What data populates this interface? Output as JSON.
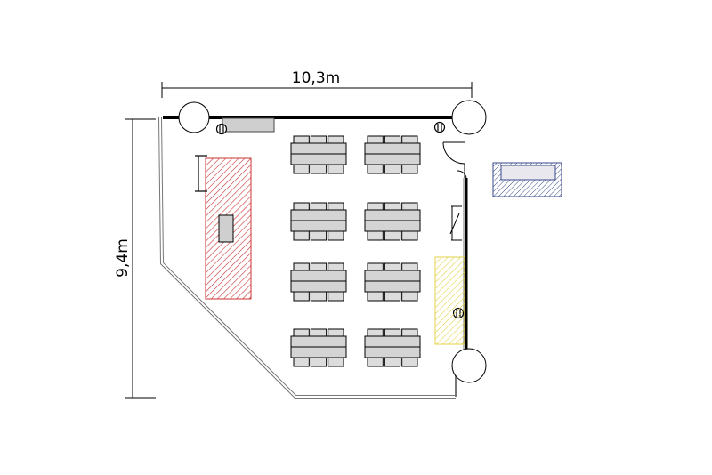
{
  "floor_plan": {
    "width_label": "10,3m",
    "height_label": "9,4m",
    "table_groups": 8,
    "chairs_per_side": 3,
    "colors": {
      "wall": "#000000",
      "wall_outline": "#777777",
      "table_fill": "#d4d4d4",
      "chair_fill": "#dcdcdc",
      "stage_hatch": "#cc3333",
      "door_area_hatch": "#e3d24a",
      "equipment_hatch": "#3a4a8c",
      "equipment_fill": "#e8e8ee"
    }
  }
}
